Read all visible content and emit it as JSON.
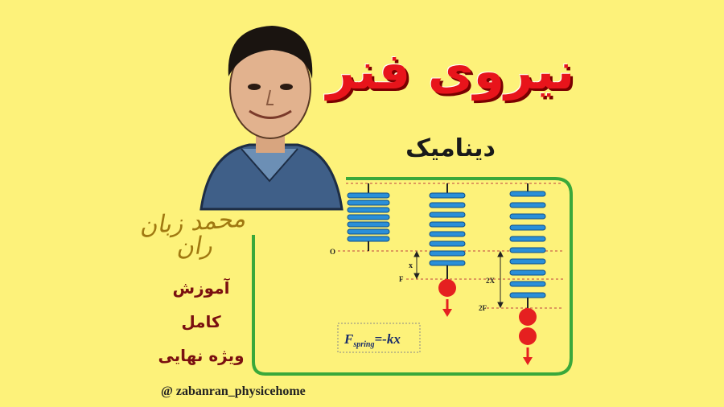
{
  "title": "نیروی فنر",
  "subtitle": "دینامیک",
  "signature": "محمد زبان ران",
  "tags": [
    "آموزش",
    "کامل",
    "ویژه نهایی"
  ],
  "handle": "@ zabanran_physicehome",
  "diagram": {
    "labels": {
      "origin": "O",
      "x": "x",
      "f": "F",
      "two_x": "2X",
      "two_f": "2F"
    },
    "formula": {
      "f": "F",
      "sub": "spring",
      "rhs": "=-kx"
    }
  },
  "colors": {
    "background": "#fdf27a",
    "title": "#e8141b",
    "frame": "#3aa83a",
    "spring": "#2a8fd8",
    "ball": "#e52020"
  }
}
